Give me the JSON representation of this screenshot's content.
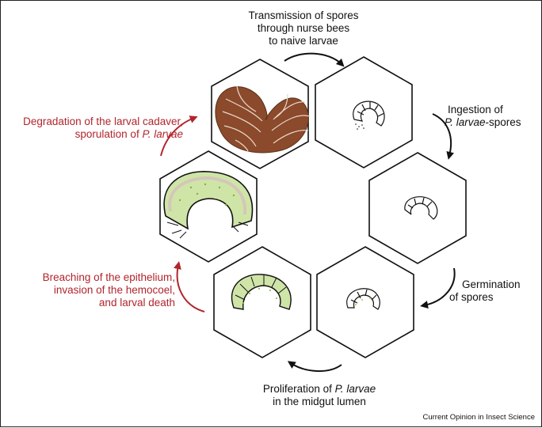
{
  "stages": {
    "transmission": {
      "lines": [
        "Transmission of spores",
        "through nurse bees",
        "to naive larvae"
      ]
    },
    "ingestion": {
      "line1": "Ingestion of",
      "line2_italic": "P. larvae",
      "line2_rest": "-spores"
    },
    "germination": {
      "lines": [
        "Germination",
        "of spores"
      ]
    },
    "proliferation": {
      "line1_plain": "Proliferation of ",
      "line1_italic": "P. larvae",
      "line2": "in the midgut lumen"
    },
    "breaching": {
      "lines": [
        "Breaching of the epithelium,",
        "invasion of the hemocoel,",
        "and larval death"
      ]
    },
    "degradation": {
      "line1": "Degradation of the larval cadaver,",
      "line2_plain": "sporulation of ",
      "line2_italic": "P. larvae"
    }
  },
  "credit": "Current Opinion in Insect Science",
  "colors": {
    "red_arrow": "#b0252d",
    "black_arrow": "#111111",
    "cadaver": "#8b4a2b",
    "bacteria": "#9fd14d"
  }
}
